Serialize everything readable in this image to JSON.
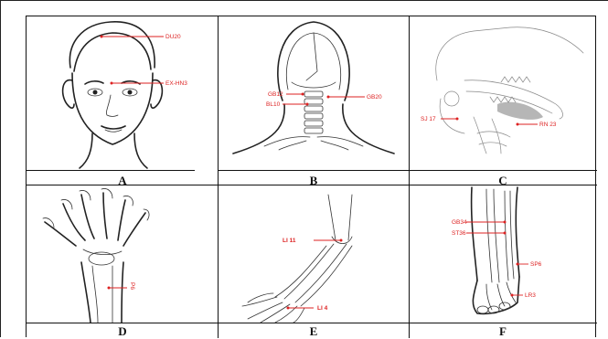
{
  "panels": [
    {
      "id": "A",
      "letter": "A",
      "points": [
        "DU20",
        "EX-HN3"
      ]
    },
    {
      "id": "B",
      "letter": "B",
      "points": [
        "GB12",
        "GB20",
        "BL10"
      ]
    },
    {
      "id": "C",
      "letter": "C",
      "points": [
        "SJ 17",
        "RN 23"
      ]
    },
    {
      "id": "D",
      "letter": "D",
      "points": [
        "P6"
      ]
    },
    {
      "id": "E",
      "letter": "E",
      "points": [
        "LI 11",
        "LI 4"
      ]
    },
    {
      "id": "F",
      "letter": "F",
      "points": [
        "GB34",
        "ST36",
        "SP6",
        "LR3"
      ]
    }
  ],
  "colors": {
    "label": "#d22222",
    "line": "#222222"
  }
}
